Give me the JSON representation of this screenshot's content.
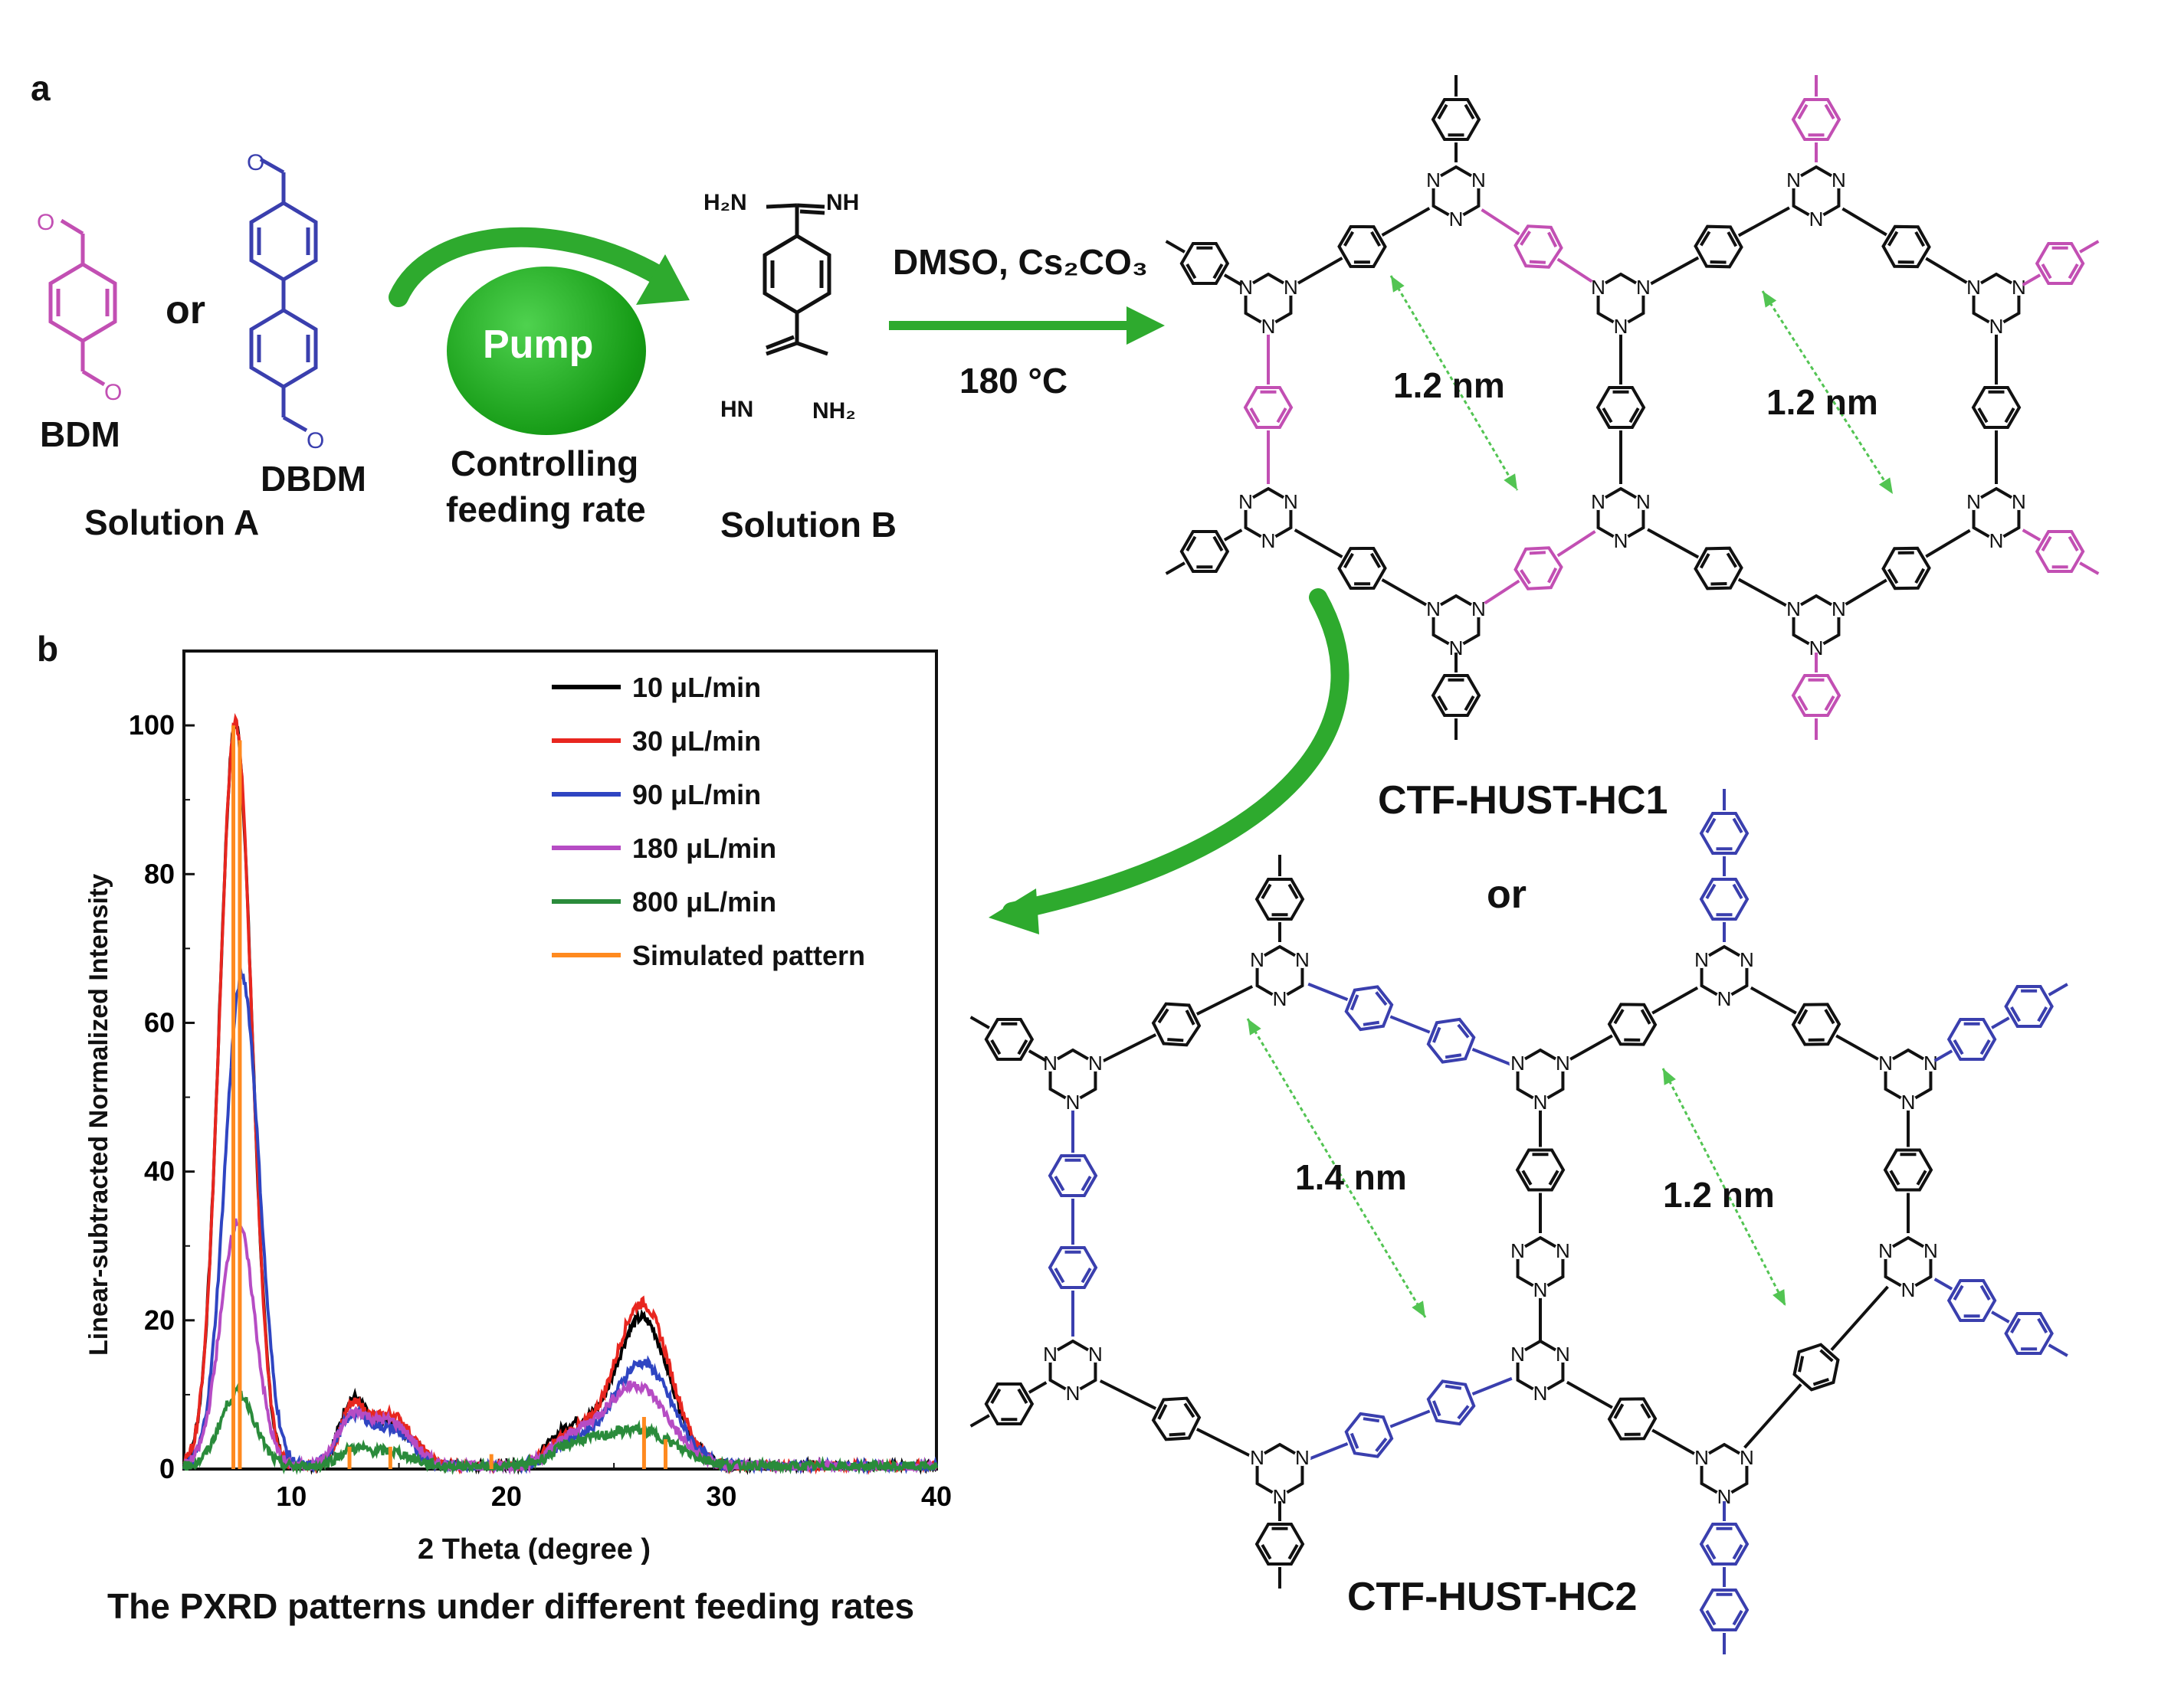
{
  "panel_a": {
    "letter": "a",
    "bdm_label": "BDM",
    "or_label": "or",
    "dbdm_label": "DBDM",
    "solution_a": "Solution A",
    "pump_label": "Pump",
    "controlling": "Controlling",
    "feeding_rate": "feeding rate",
    "amidine_top_left": "H₂N",
    "amidine_top_right": "NH",
    "amidine_bottom_left": "HN",
    "amidine_bottom_right": "NH₂",
    "solution_b": "Solution B",
    "conditions_line1": "DMSO, Cs₂CO₃",
    "conditions_line2": "180 °C"
  },
  "structures": {
    "hc1_name": "CTF-HUST-HC1",
    "hc1_pore_left": "1.2 nm",
    "hc1_pore_right": "1.2 nm",
    "or_label": "or",
    "hc2_name": "CTF-HUST-HC2",
    "hc2_pore_left": "1.4 nm",
    "hc2_pore_right": "1.2 nm",
    "triazine_atom": "N"
  },
  "colors": {
    "bdm": "#c24fb3",
    "dbdm": "#3a3fae",
    "arrow": "#2eaa2e",
    "pore_arrow": "#52c452"
  },
  "panel_b": {
    "letter": "b",
    "caption": "The PXRD patterns under different feeding rates"
  },
  "chart_data": {
    "type": "line",
    "xlabel": "2 Theta (degree )",
    "ylabel": "Linear-subtracted Normalized Intensity",
    "xlim": [
      5,
      40
    ],
    "ylim": [
      0,
      110
    ],
    "xticks": [
      10,
      20,
      30,
      40
    ],
    "yticks": [
      0,
      20,
      40,
      60,
      80,
      100
    ],
    "legend_position": "top-right",
    "series": [
      {
        "name": "10 μL/min",
        "color": "#000000",
        "peaks": [
          [
            7.4,
            100,
            0.75
          ],
          [
            12.8,
            8,
            0.6
          ],
          [
            14.6,
            6,
            1.0
          ],
          [
            23.0,
            5,
            1.0
          ],
          [
            26.3,
            20,
            1.3
          ]
        ]
      },
      {
        "name": "30 μL/min",
        "color": "#e8261f",
        "peaks": [
          [
            7.4,
            100,
            0.75
          ],
          [
            12.8,
            7,
            0.6
          ],
          [
            14.6,
            7,
            1.0
          ],
          [
            23.0,
            4,
            1.0
          ],
          [
            26.3,
            22,
            1.3
          ]
        ]
      },
      {
        "name": "90 μL/min",
        "color": "#2f45c2",
        "peaks": [
          [
            7.7,
            66,
            0.8
          ],
          [
            12.8,
            6,
            0.7
          ],
          [
            14.6,
            5,
            1.0
          ],
          [
            23.0,
            3,
            1.0
          ],
          [
            26.3,
            14,
            1.4
          ]
        ]
      },
      {
        "name": "180 μL/min",
        "color": "#b64cc4",
        "peaks": [
          [
            7.5,
            33,
            0.8
          ],
          [
            12.8,
            6,
            0.7
          ],
          [
            14.6,
            6,
            1.0
          ],
          [
            23.0,
            3,
            1.0
          ],
          [
            26.0,
            11,
            1.5
          ]
        ]
      },
      {
        "name": "800 μL/min",
        "color": "#2a8b3b",
        "peaks": [
          [
            7.5,
            10,
            0.8
          ],
          [
            12.8,
            2,
            0.7
          ],
          [
            14.6,
            2,
            1.0
          ],
          [
            23.0,
            2,
            1.0
          ],
          [
            26.0,
            5,
            1.8
          ]
        ]
      },
      {
        "name": "Simulated pattern",
        "color": "#ff8a1f",
        "sticks": [
          [
            7.3,
            100
          ],
          [
            7.6,
            98
          ],
          [
            12.7,
            3
          ],
          [
            14.6,
            3
          ],
          [
            19.3,
            2
          ],
          [
            26.4,
            7
          ],
          [
            27.4,
            4
          ]
        ]
      }
    ]
  }
}
